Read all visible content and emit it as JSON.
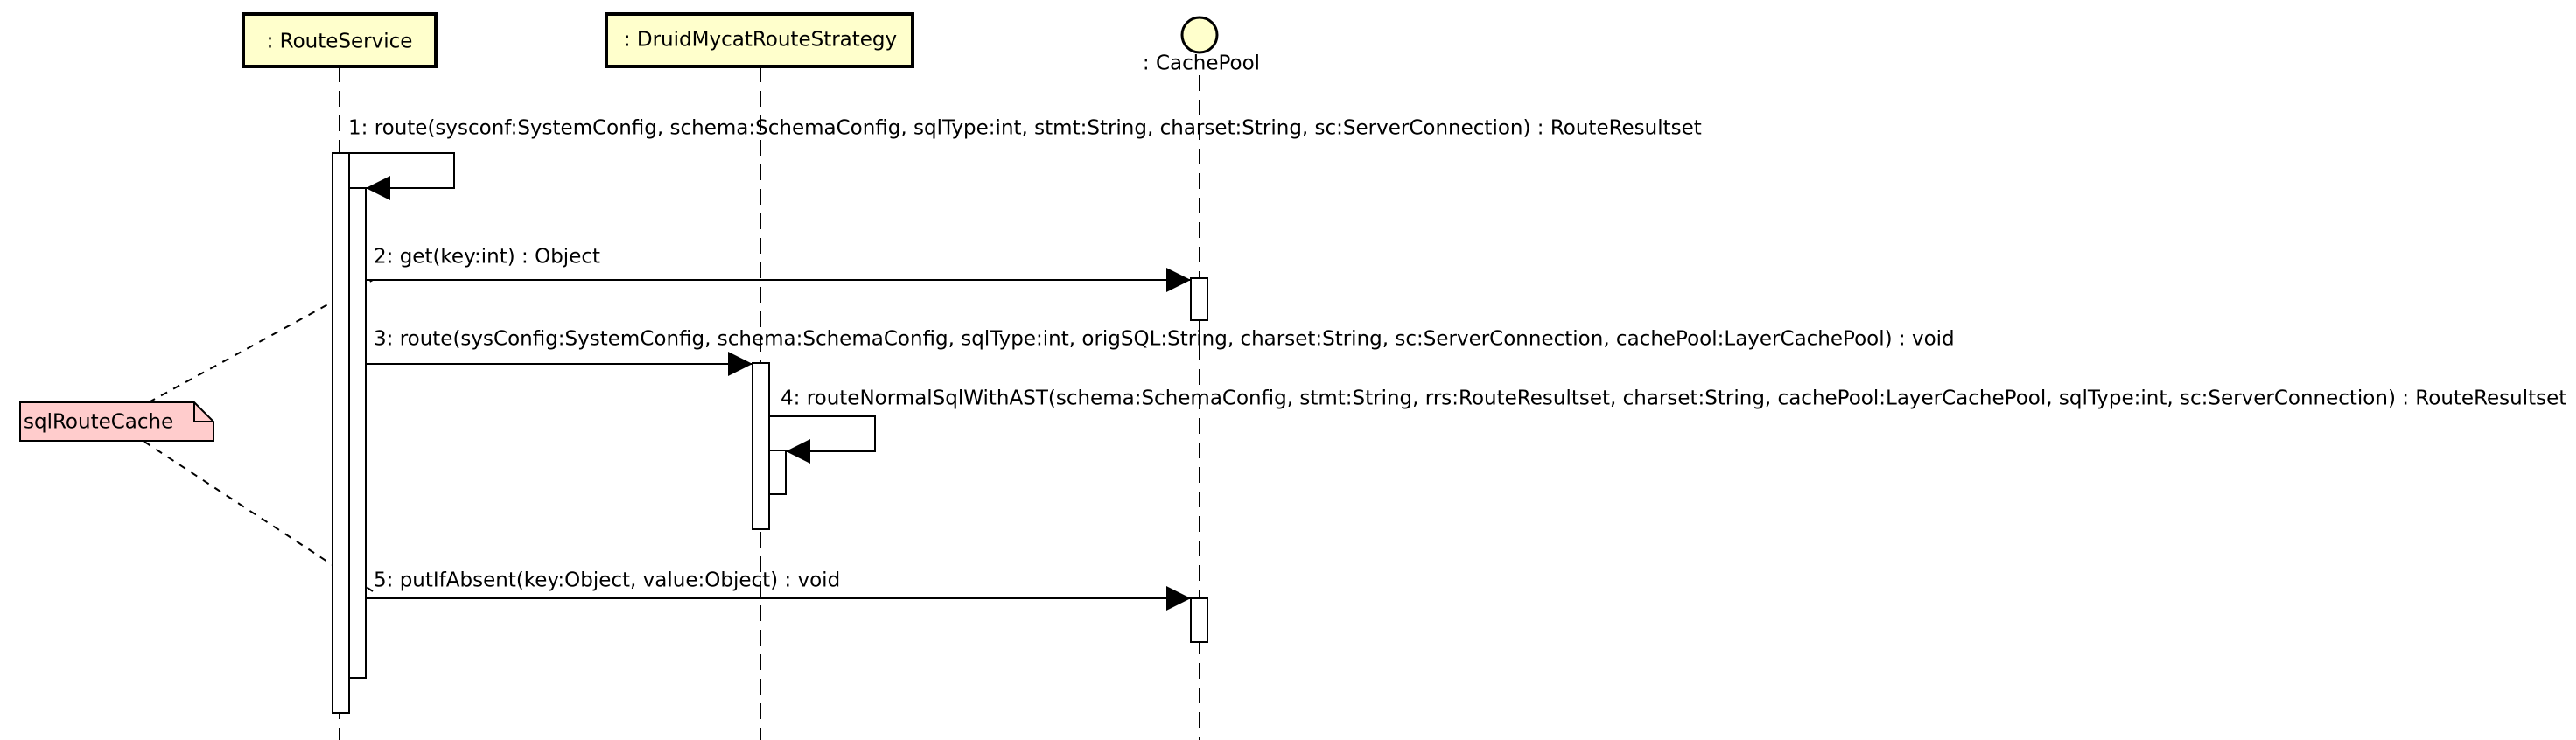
{
  "diagram": {
    "type": "uml-sequence",
    "colors": {
      "lifeline_box_fill": "#ffffcc",
      "note_fill": "#ffcccc",
      "line": "#000000",
      "activation_fill": "#ffffff"
    },
    "participants": [
      {
        "label": ": RouteService",
        "kind": "object-box"
      },
      {
        "label": ": DruidMycatRouteStrategy",
        "kind": "object-box"
      },
      {
        "label": ": CachePool",
        "kind": "entity-circle"
      }
    ],
    "messages": [
      {
        "label": "1: route(sysconf:SystemConfig, schema:SchemaConfig, sqlType:int, stmt:String, charset:String, sc:ServerConnection) : RouteResultset",
        "from": ": RouteService",
        "to": ": RouteService",
        "self_call": true
      },
      {
        "label": "2: get(key:int) : Object",
        "from": ": RouteService",
        "to": ": CachePool",
        "self_call": false
      },
      {
        "label": "3: route(sysConfig:SystemConfig, schema:SchemaConfig, sqlType:int, origSQL:String, charset:String, sc:ServerConnection, cachePool:LayerCachePool) : void",
        "from": ": RouteService",
        "to": ": DruidMycatRouteStrategy",
        "self_call": false
      },
      {
        "label": "4: routeNormalSqlWithAST(schema:SchemaConfig, stmt:String, rrs:RouteResultset, charset:String, cachePool:LayerCachePool, sqlType:int, sc:ServerConnection) : RouteResultset",
        "from": ": DruidMycatRouteStrategy",
        "to": ": DruidMycatRouteStrategy",
        "self_call": true
      },
      {
        "label": "5: putIfAbsent(key:Object, value:Object) : void",
        "from": ": RouteService",
        "to": ": CachePool",
        "self_call": false
      }
    ],
    "note": {
      "text": "sqlRouteCache",
      "attached_to_messages": [
        2,
        5
      ]
    }
  }
}
